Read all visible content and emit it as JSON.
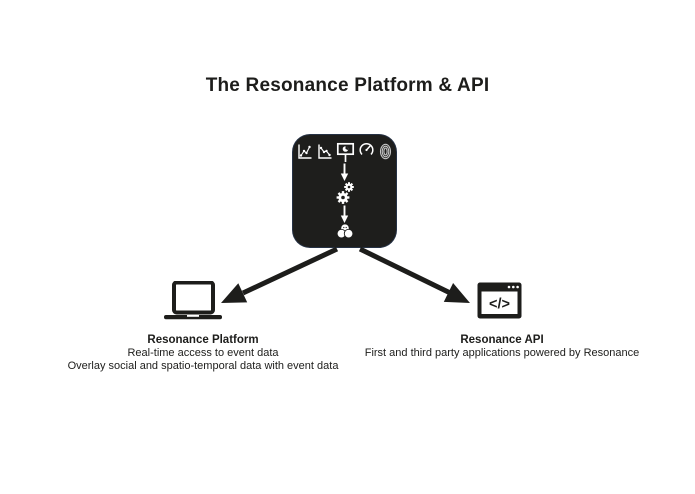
{
  "page": {
    "title": "The Resonance Platform & API",
    "background_color": "#ffffff",
    "ink_color": "#1d1d1b"
  },
  "core": {
    "description": "central processing box: data inputs flow through gears into blended output",
    "box_color": "#1e1e1c",
    "icon_color": "#ffffff",
    "input_icons": [
      "line-chart-up",
      "line-chart-down",
      "presentation-screen",
      "gauge",
      "fingerprint"
    ],
    "flow_icons": [
      "arrow-down",
      "gears",
      "arrow-down",
      "blended-circles"
    ]
  },
  "branches": {
    "platform": {
      "icon": "laptop",
      "title": "Resonance Platform",
      "line1": "Real-time access to event data",
      "line2": "Overlay social and spatio-temporal data with event data"
    },
    "api": {
      "icon": "browser-code-window",
      "icon_glyph": "</>",
      "title": "Resonance API",
      "line1": "First and third party applications powered by Resonance"
    }
  }
}
